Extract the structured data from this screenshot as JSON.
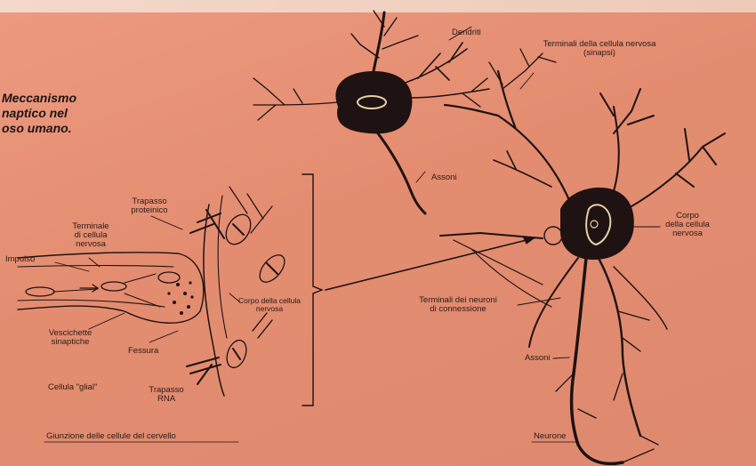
{
  "caption": [
    "Meccanismo",
    "naptico nel",
    "oso umano."
  ],
  "labels": {
    "dendriti": "Dendriti",
    "terminali_sinapsi": [
      "Terminali della cellula nervosa",
      "(sinapsi)"
    ],
    "assone_top": "Assoni",
    "trapasso_proteinico": [
      "Trapasso",
      "proteinico"
    ],
    "terminale_cellula": [
      "Terminale",
      "di cellula",
      "nervosa"
    ],
    "impulso": "Impulso",
    "corpo_cellula_small": [
      "Corpo della cellula",
      "nervosa"
    ],
    "vescichette": [
      "Vescichette",
      "sinaptiche"
    ],
    "fessura": "Fessura",
    "cellula_glial": "Cellula \"glial\"",
    "trapasso_rna": [
      "Trapasso",
      "RNA"
    ],
    "corpo_cellula": [
      "Corpo",
      "della cellula",
      "nervosa"
    ],
    "terminali_neuroni": [
      "Terminali dei neuroni",
      "di connessione"
    ],
    "assone_bottom": "Assoni",
    "giunzione": "Giunzione delle cellule del cervello",
    "neurone": "Neurone"
  },
  "colors": {
    "paper": "#e69276",
    "ink": "#1e1212"
  }
}
